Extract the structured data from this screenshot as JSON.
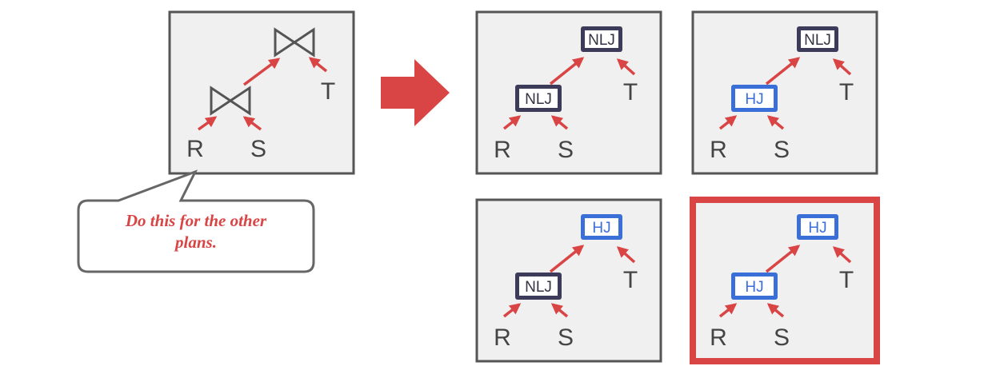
{
  "source_plan": {
    "leaves": {
      "left": "R",
      "right": "S",
      "outer": "T"
    }
  },
  "callout": {
    "line1": "Do this for the other",
    "line2": "plans."
  },
  "plans": [
    {
      "top_op": "NLJ",
      "bottom_op": "NLJ",
      "top_style": "dark",
      "bottom_style": "dark",
      "highlighted": false,
      "leaves": {
        "left": "R",
        "right": "S",
        "outer": "T"
      }
    },
    {
      "top_op": "NLJ",
      "bottom_op": "HJ",
      "top_style": "dark",
      "bottom_style": "blue",
      "highlighted": false,
      "leaves": {
        "left": "R",
        "right": "S",
        "outer": "T"
      }
    },
    {
      "top_op": "HJ",
      "bottom_op": "NLJ",
      "top_style": "blue",
      "bottom_style": "dark",
      "highlighted": false,
      "leaves": {
        "left": "R",
        "right": "S",
        "outer": "T"
      }
    },
    {
      "top_op": "HJ",
      "bottom_op": "HJ",
      "top_style": "blue",
      "bottom_style": "blue",
      "highlighted": true,
      "leaves": {
        "left": "R",
        "right": "S",
        "outer": "T"
      }
    }
  ],
  "colors": {
    "panel_bg": "#f0f0f0",
    "panel_border": "#555555",
    "arrow_red": "#d94444",
    "op_dark": "#3c3c5a",
    "op_blue": "#3a6fd8",
    "callout_text": "#d94444"
  }
}
